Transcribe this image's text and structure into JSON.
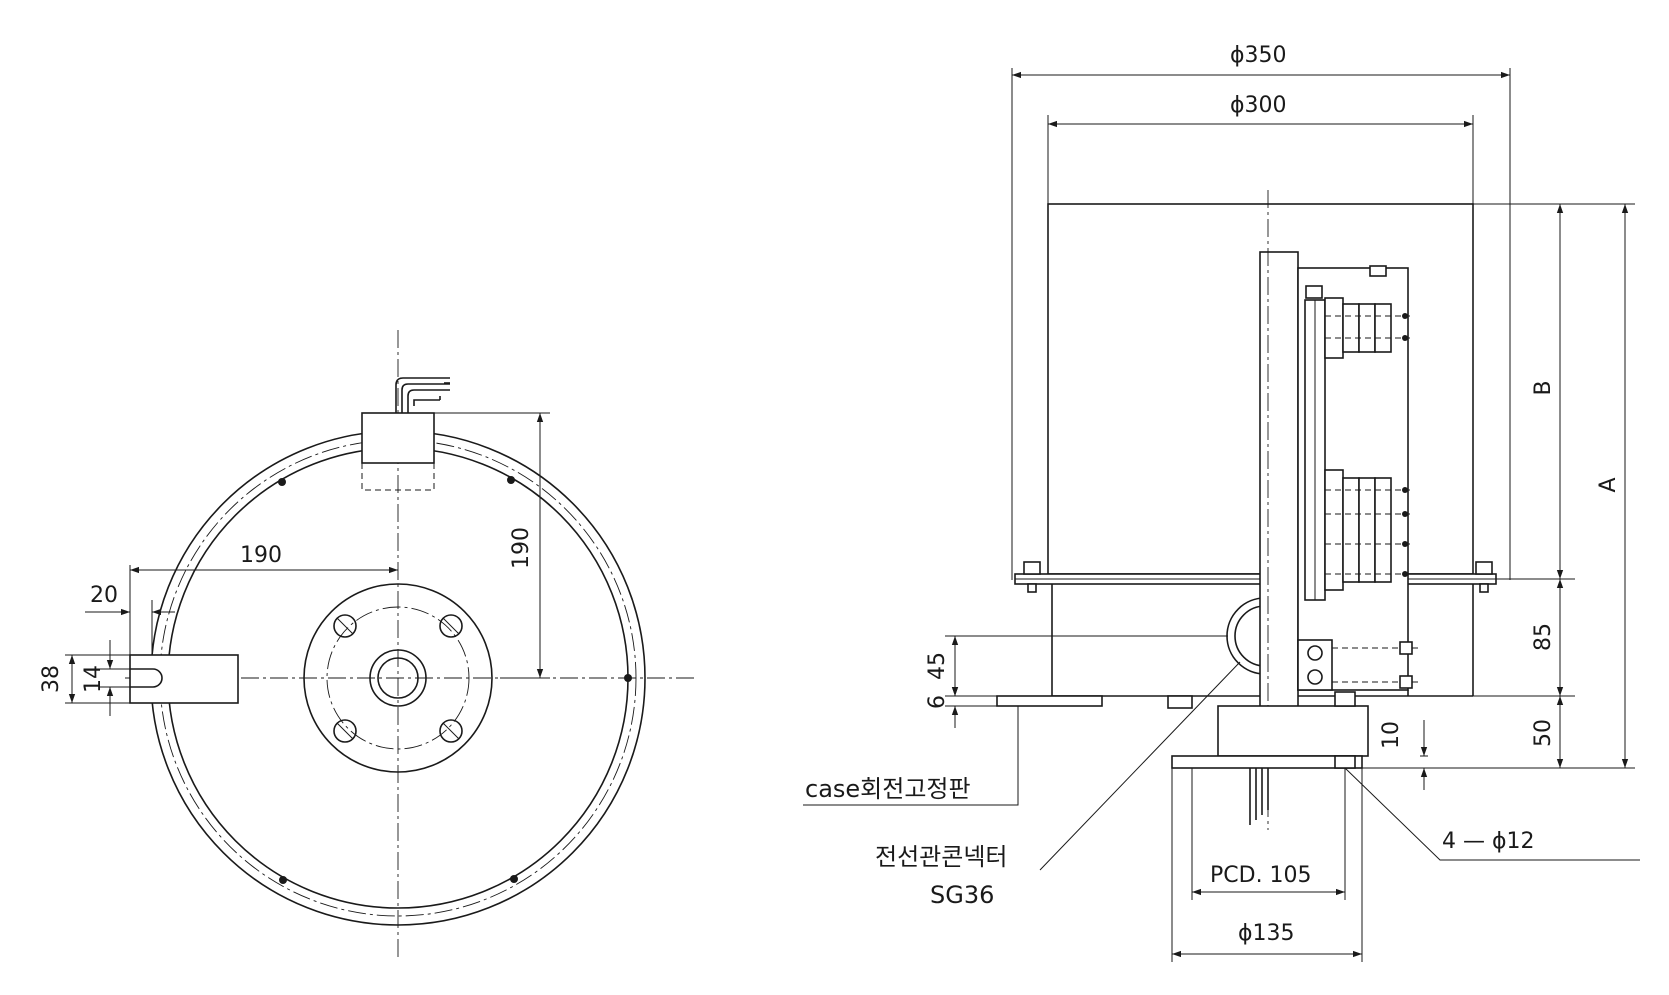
{
  "front_view": {
    "dim_190_horizontal": "190",
    "dim_190_vertical": "190",
    "dim_20": "20",
    "dim_38": "38",
    "dim_14": "14"
  },
  "side_view": {
    "dim_phi350": "ϕ350",
    "dim_phi300": "ϕ300",
    "dim_B": "B",
    "dim_A": "A",
    "dim_85": "85",
    "dim_50": "50",
    "dim_10": "10",
    "dim_45": "45",
    "dim_6": "6",
    "dim_pcd": "PCD. 105",
    "dim_phi135": "ϕ135",
    "label_holes": "4 — ϕ12",
    "label_case_plate": "case회전고정판",
    "label_conduit_connector": "전선관콘넥터",
    "label_sg36": "SG36"
  }
}
